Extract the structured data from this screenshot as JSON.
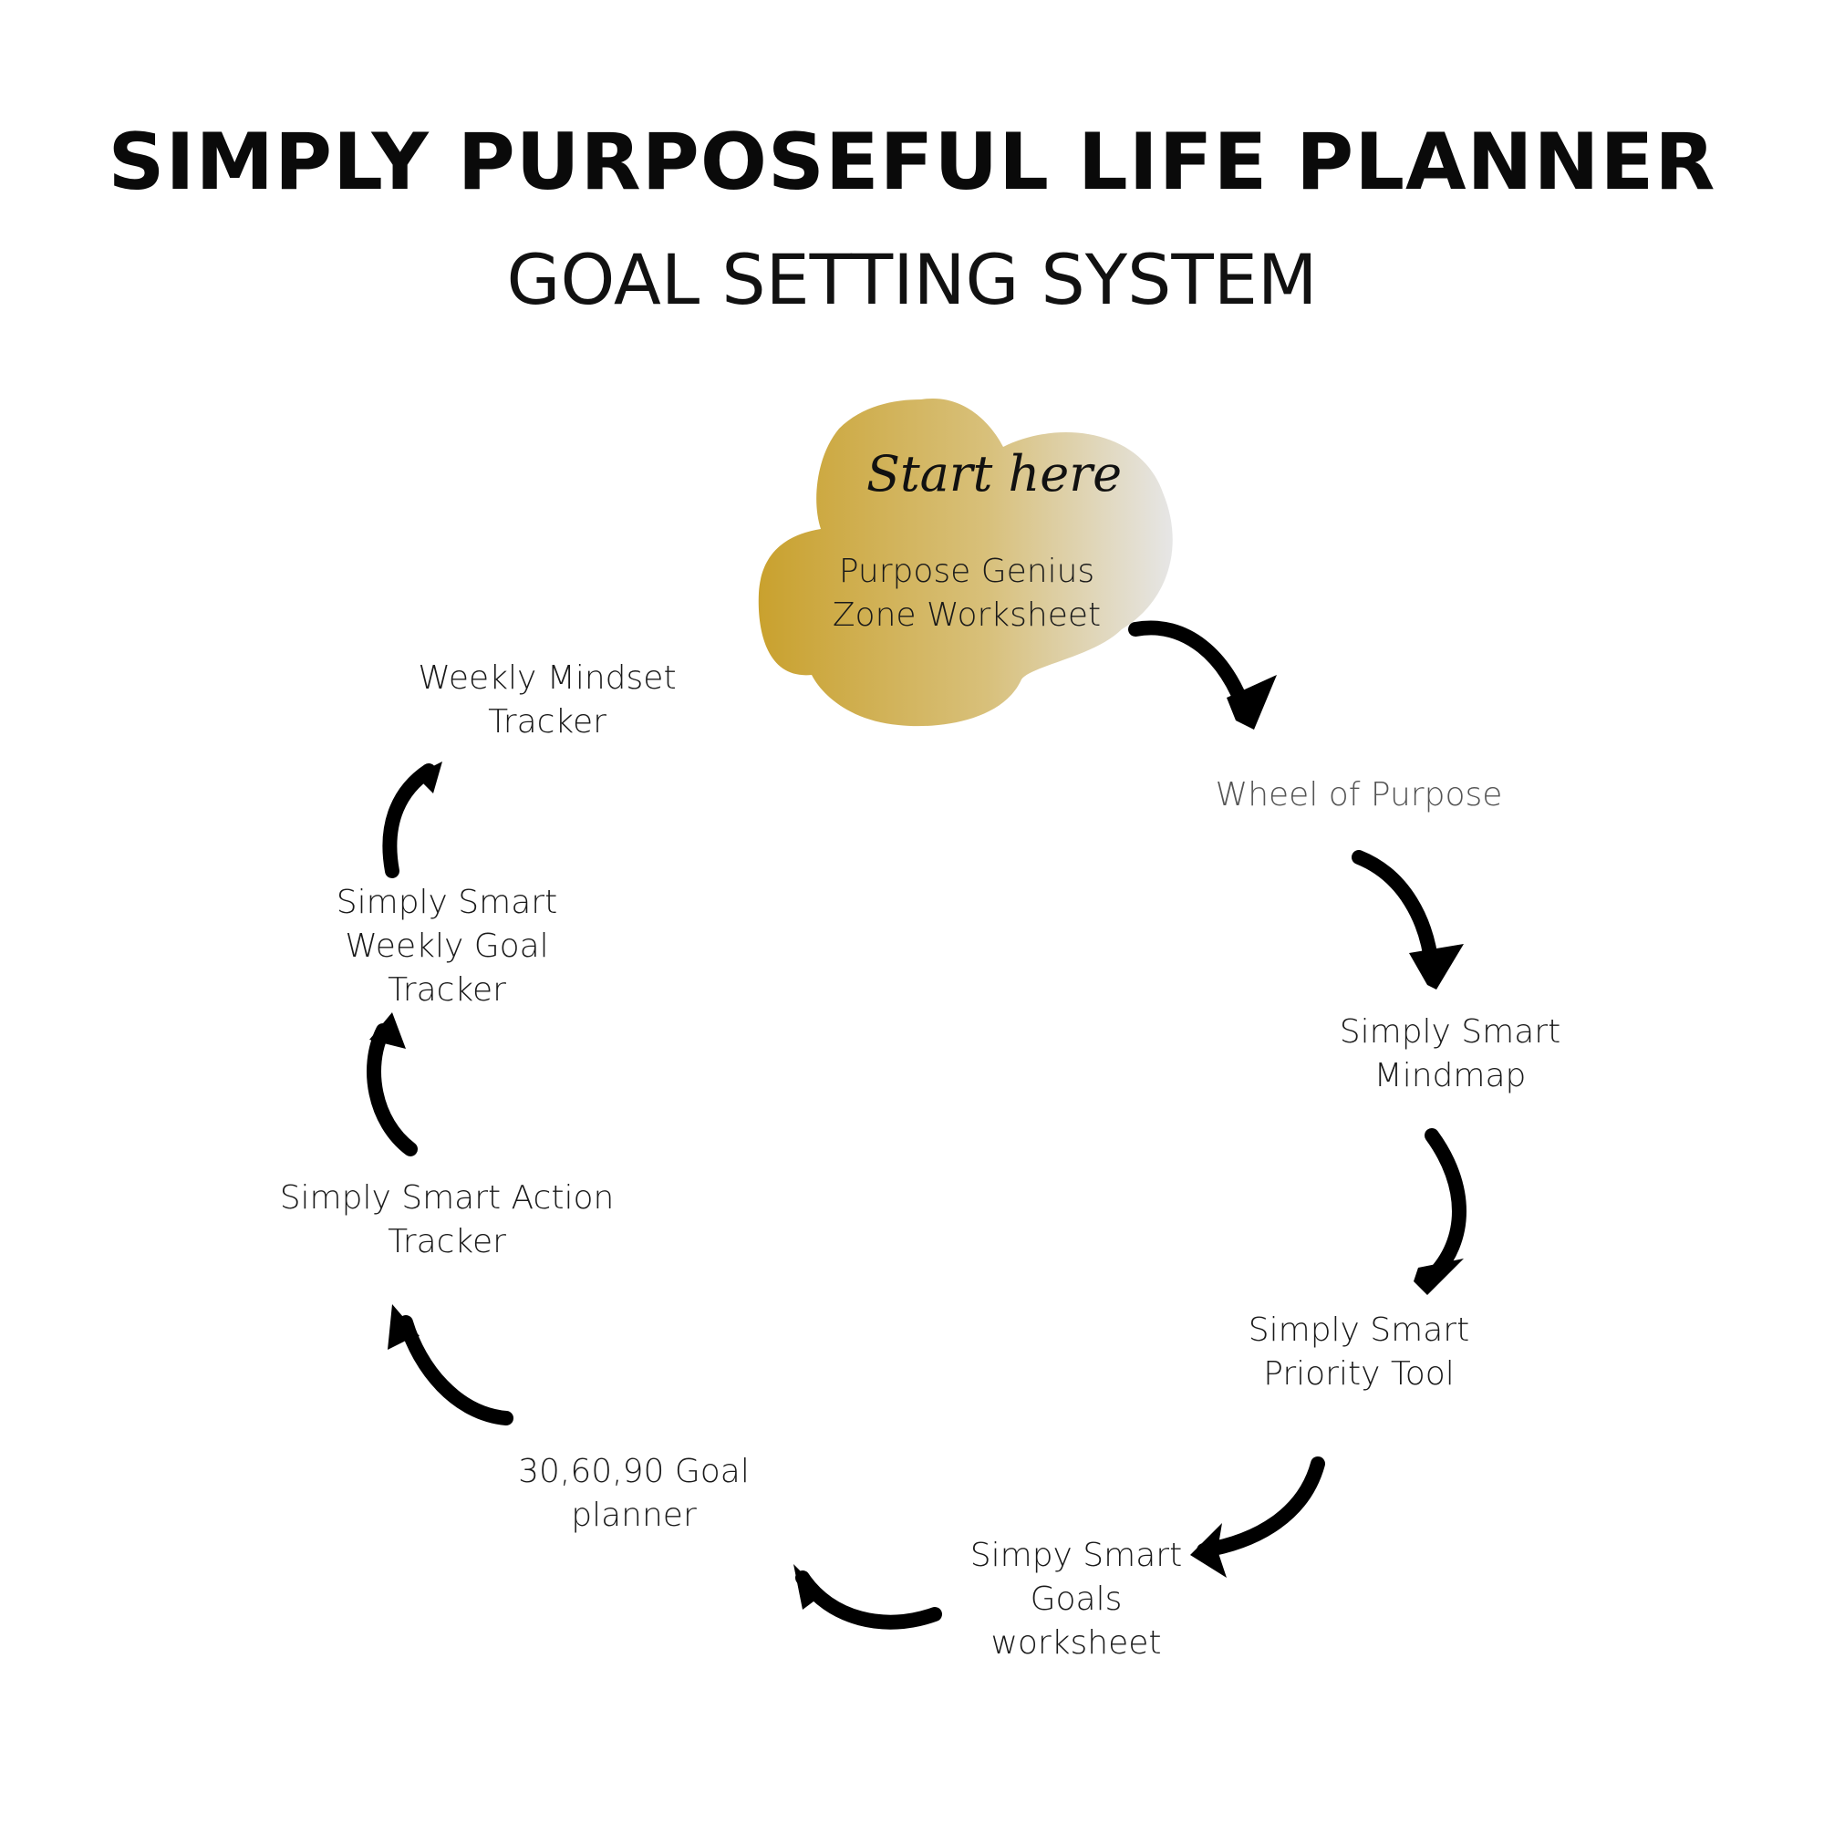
{
  "title": "SIMPLY PURPOSEFUL LIFE PLANNER",
  "subtitle": "GOAL SETTING SYSTEM",
  "start": {
    "script_label": "Start here",
    "label": "Purpose Genius\nZone Worksheet",
    "gradient_from": "#cba535",
    "gradient_to": "#e6e6e6"
  },
  "steps": [
    "Wheel of Purpose",
    "Simply Smart\nMindmap",
    "Simply Smart\nPriority Tool",
    "Simpy Smart\nGoals\nworksheet",
    "30,60,90 Goal\nplanner",
    "Simply Smart Action\nTracker",
    "Simply Smart\nWeekly Goal\nTracker",
    "Weekly Mindset\nTracker"
  ],
  "colors": {
    "arrow": "#000000",
    "text": "#1a1a1a"
  }
}
